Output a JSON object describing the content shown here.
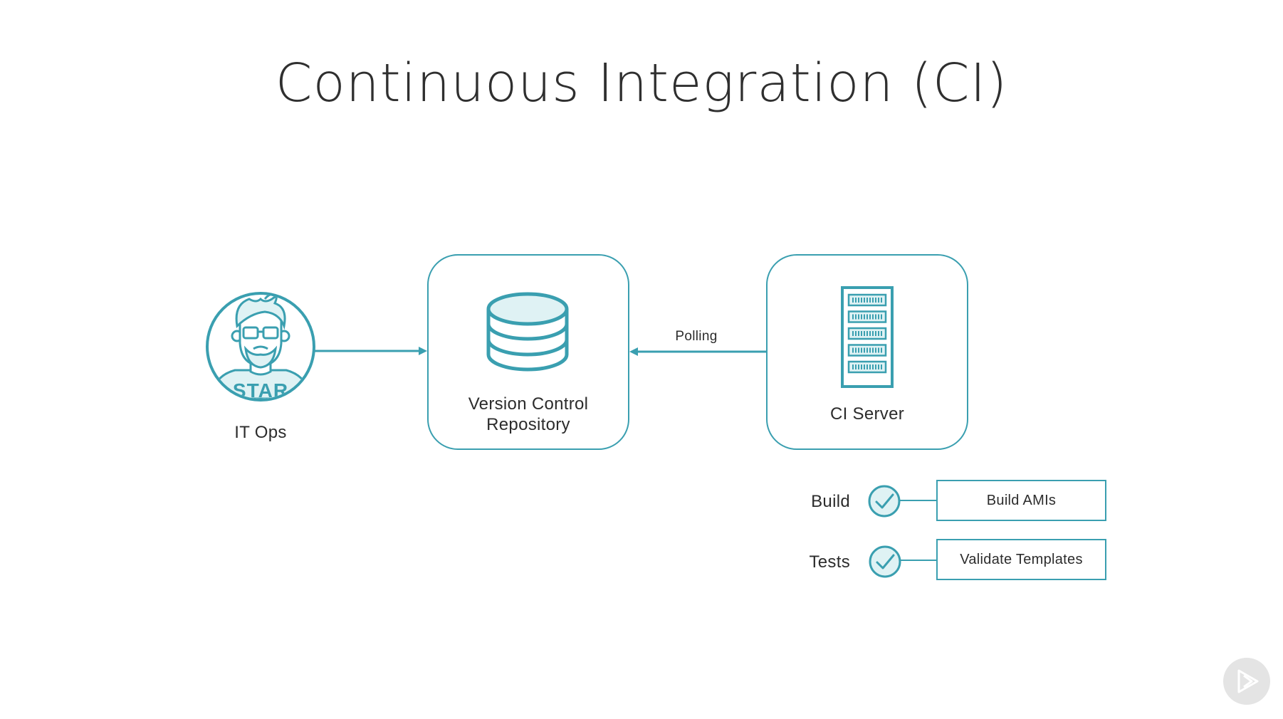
{
  "slide": {
    "title": "Continuous Integration (CI)"
  },
  "nodes": {
    "it_ops": {
      "label": "IT Ops",
      "badge_text": "STAR"
    },
    "vcs": {
      "label_line1": "Version Control",
      "label_line2": "Repository"
    },
    "ci_server": {
      "label": "CI Server"
    }
  },
  "edges": {
    "polling": {
      "label": "Polling"
    }
  },
  "steps": [
    {
      "name": "Build",
      "detail": "Build AMIs",
      "status": "check-icon"
    },
    {
      "name": "Tests",
      "detail": "Validate Templates",
      "status": "check-icon"
    }
  ],
  "colors": {
    "accent": "#3a9fb0",
    "accent_fill": "#dff2f4",
    "text": "#2c2c2c",
    "play_button": "#e4e4e4"
  },
  "icons": {
    "avatar": "person-avatar-icon",
    "database": "database-icon",
    "server": "server-rack-icon",
    "player": "play-icon"
  }
}
